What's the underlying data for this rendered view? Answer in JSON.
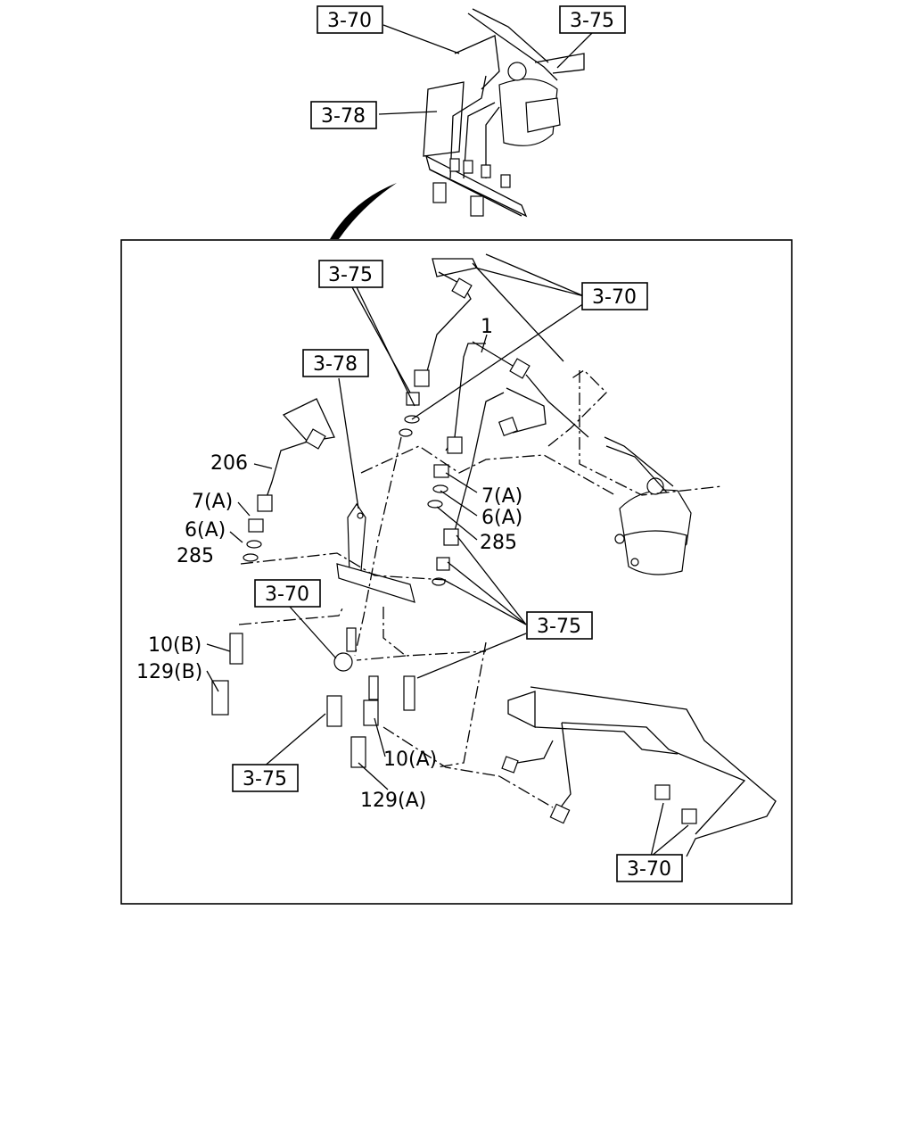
{
  "refs": {
    "top_3_70": "3-70",
    "top_3_75": "3-75",
    "top_3_78": "3-78",
    "a_3_75": "3-75",
    "a_3_70": "3-70",
    "a_3_78": "3-78",
    "b_3_70": "3-70",
    "b_3_75": "3-75",
    "c_3_75": "3-75",
    "c_3_70": "3-70"
  },
  "parts": {
    "p1": "1",
    "p206": "206",
    "p7a_left": "7(A)",
    "p6a_left": "6(A)",
    "p285_left": "285",
    "p7a_right": "7(A)",
    "p6a_right": "6(A)",
    "p285_right": "285",
    "p10b": "10(B)",
    "p129b": "129(B)",
    "p10a": "10(A)",
    "p129a": "129(A)"
  }
}
